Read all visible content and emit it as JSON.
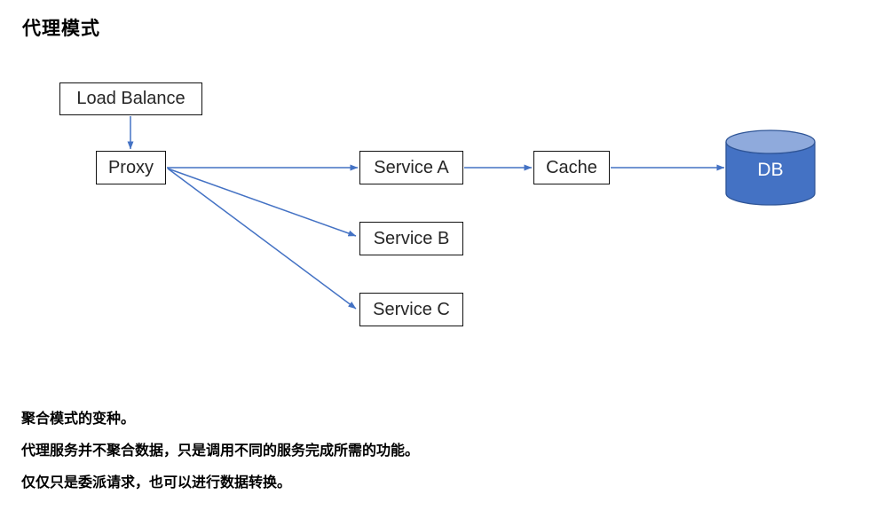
{
  "page": {
    "title": "代理模式"
  },
  "diagram": {
    "nodes": {
      "load_balance": {
        "label": "Load Balance"
      },
      "proxy": {
        "label": "Proxy"
      },
      "service_a": {
        "label": "Service A"
      },
      "service_b": {
        "label": "Service B"
      },
      "service_c": {
        "label": "Service C"
      },
      "cache": {
        "label": "Cache"
      },
      "db": {
        "label": "DB"
      }
    },
    "edges": [
      {
        "from": "load_balance",
        "to": "proxy"
      },
      {
        "from": "proxy",
        "to": "service_a"
      },
      {
        "from": "service_a",
        "to": "cache"
      },
      {
        "from": "cache",
        "to": "db"
      },
      {
        "from": "proxy",
        "to": "service_b"
      },
      {
        "from": "proxy",
        "to": "service_c"
      }
    ],
    "colors": {
      "arrow": "#4472C4",
      "box_border": "#111111",
      "text": "#262626",
      "db_body": "#4472C4",
      "db_top": "#8FAADC",
      "db_outline": "#2F5597",
      "db_text": "#FFFFFF"
    }
  },
  "notes": {
    "lines": [
      "聚合模式的变种。",
      "代理服务并不聚合数据，只是调用不同的服务完成所需的功能。",
      "仅仅只是委派请求，也可以进行数据转换。"
    ]
  }
}
